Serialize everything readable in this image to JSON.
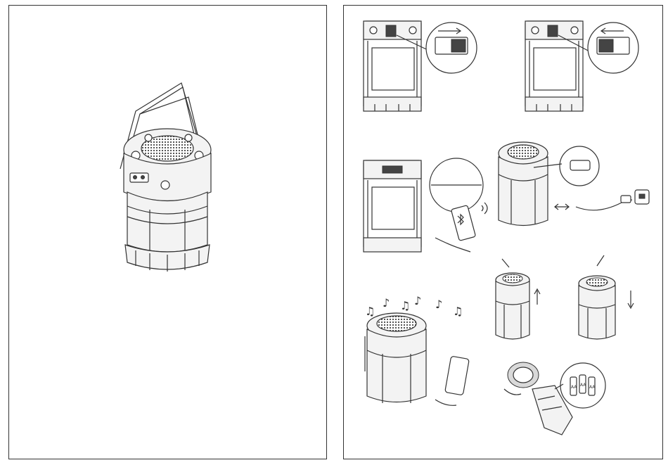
{
  "page": {
    "left_panel_name": "product-overview",
    "right_panel_name": "operation-instructions"
  },
  "icons": {
    "bluetooth": "bluetooth-icon",
    "music": "music-note-icon",
    "arrow_up": "arrow-up-icon",
    "arrow_down": "arrow-down-icon",
    "plug": "usb-power-adapter-icon"
  },
  "labels": {
    "battery_label": "AA"
  },
  "colors": {
    "line": "#333333",
    "background": "#ffffff"
  }
}
